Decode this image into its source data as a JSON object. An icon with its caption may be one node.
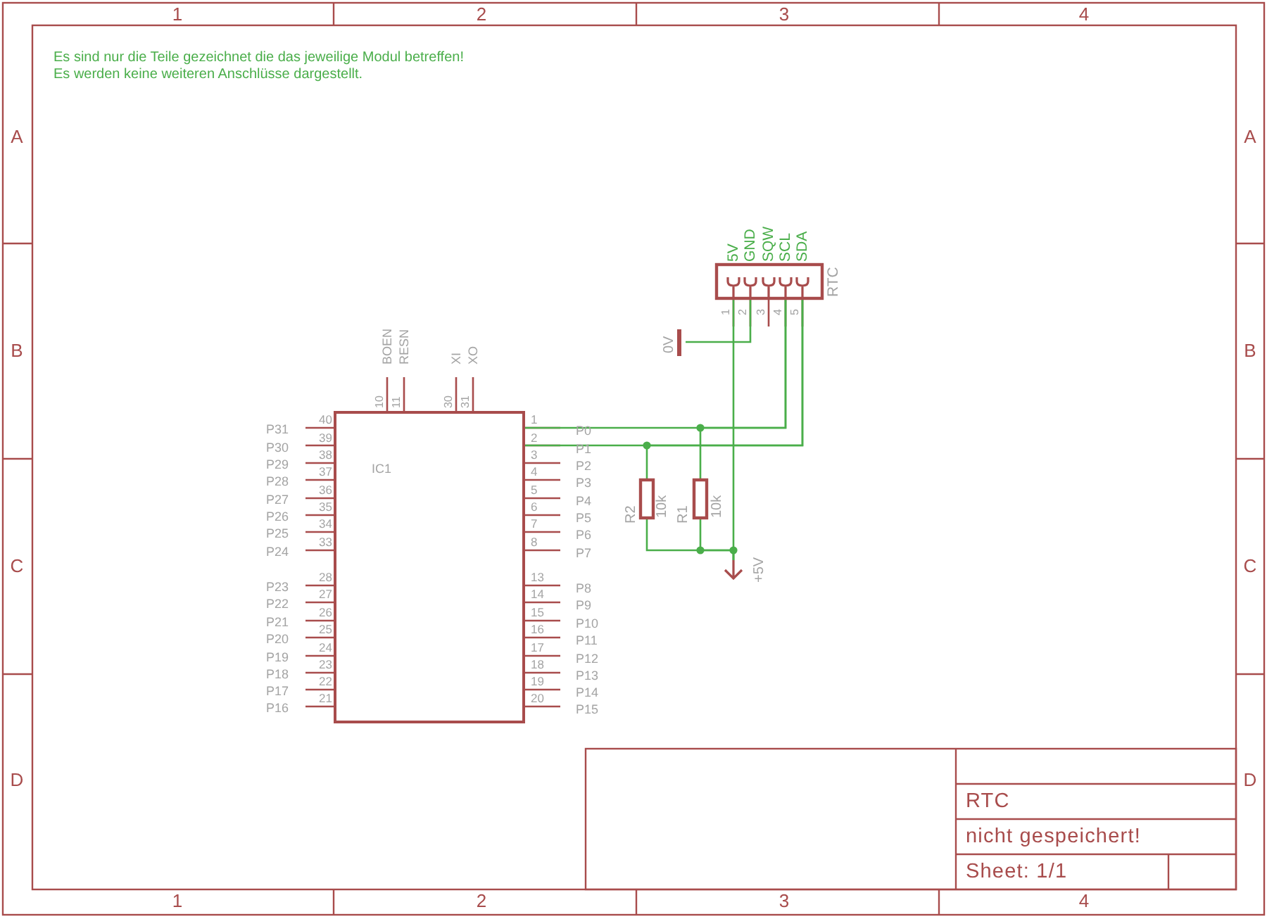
{
  "diagram": {
    "nodes": [
      {
        "text": [
          "IC1"
        ]
      },
      {
        "text": [],
        "shape": "box",
        "beside": [
          "RTC"
        ]
      },
      {
        "text": [],
        "shape": "box",
        "beside": [
          "R2",
          "10k"
        ]
      },
      {
        "text": [],
        "shape": "box",
        "beside": [
          "R1",
          "10k"
        ]
      },
      {
        "text": [],
        "shape": "bar",
        "beside": [
          "0V"
        ]
      },
      {
        "text": [],
        "shape": "chevron",
        "beside": [
          "+5V"
        ]
      }
    ],
    "edges": [
      {
        "from": 0,
        "to": 1,
        "arrow": "none"
      },
      {
        "from": 3,
        "to": 1,
        "arrow": "none"
      },
      {
        "from": 0,
        "to": 1,
        "arrow": "none"
      },
      {
        "from": 2,
        "to": 1,
        "arrow": "none"
      },
      {
        "from": 1,
        "to": 4,
        "arrow": "none"
      },
      {
        "from": 1,
        "to": 5,
        "arrow": "none"
      },
      {
        "from": 3,
        "to": 5,
        "arrow": "none"
      },
      {
        "from": 2,
        "to": 5,
        "arrow": "none"
      }
    ],
    "labels": [
      "1",
      "2",
      "3",
      "4",
      "Es sind nur die Teile gezeichnet die das jeweilige Modul betreffen!",
      "Es werden keine weiteren Anschlüsse dargestellt.",
      "A",
      "A",
      "5V",
      "GND",
      "SQW",
      "SCL",
      "SDA",
      "1",
      "2",
      "3",
      "4",
      "5",
      "BOEN",
      "RESN",
      "XI",
      "XO",
      "B",
      "B",
      "10",
      "11",
      "30",
      "31",
      "P31",
      "40",
      "P30",
      "39",
      "P29",
      "38",
      "P28",
      "37",
      "P27",
      "36",
      "P26",
      "35",
      "P25",
      "34",
      "P24",
      "33",
      "P23",
      "28",
      "P22",
      "27",
      "P21",
      "26",
      "P20",
      "25",
      "P19",
      "24",
      "P18",
      "23",
      "P17",
      "22",
      "P16",
      "21",
      "1",
      "P0",
      "2",
      "P1",
      "3",
      "P2",
      "4",
      "P3",
      "5",
      "P4",
      "6",
      "P5",
      "7",
      "P6",
      "8",
      "P7",
      "13",
      "P8",
      "14",
      "P9",
      "15",
      "P10",
      "16",
      "P11",
      "17",
      "P12",
      "18",
      "P13",
      "19",
      "P14",
      "20",
      "P15",
      "C",
      "C",
      "D",
      "D",
      "RTC",
      "nicht gespeichert!",
      "Sheet: 1/1",
      "1",
      "2",
      "3",
      "4"
    ]
  }
}
